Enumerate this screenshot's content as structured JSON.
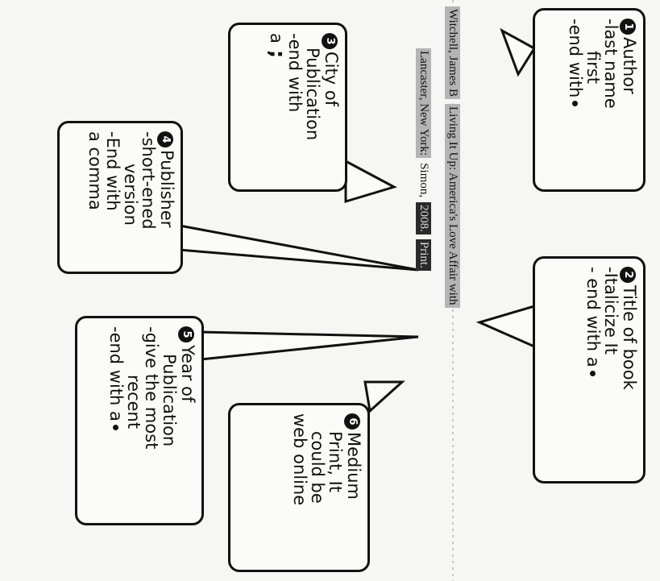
{
  "citation": {
    "author": "Witchell, James B",
    "title": "Living It Up: America's Love Affair with",
    "city": "Lancaster, New York:",
    "publisher": "Simon,",
    "year": "2008.",
    "medium": "Print."
  },
  "callouts": {
    "author": {
      "number": "1",
      "lines": [
        "Author",
        "-last name",
        "first",
        "-end with"
      ],
      "ending": "dot"
    },
    "title": {
      "number": "2",
      "lines": [
        "Title of book",
        "-Italicize It",
        "- end with a"
      ],
      "ending": "dot"
    },
    "city": {
      "number": "3",
      "lines": [
        "City of",
        "Publication",
        "-end with",
        "a"
      ],
      "ending": "semicolon"
    },
    "publisher": {
      "number": "4",
      "lines": [
        "Publisher",
        "-short-ened",
        "version",
        "-End with",
        "a comma"
      ]
    },
    "year": {
      "number": "5",
      "lines": [
        "Year of",
        "Publication",
        "-give the most",
        "recent",
        "-end with a"
      ],
      "ending": "dot"
    },
    "medium": {
      "number": "6",
      "lines": [
        "Medium",
        "Print, It",
        "could be",
        "web online"
      ]
    }
  }
}
